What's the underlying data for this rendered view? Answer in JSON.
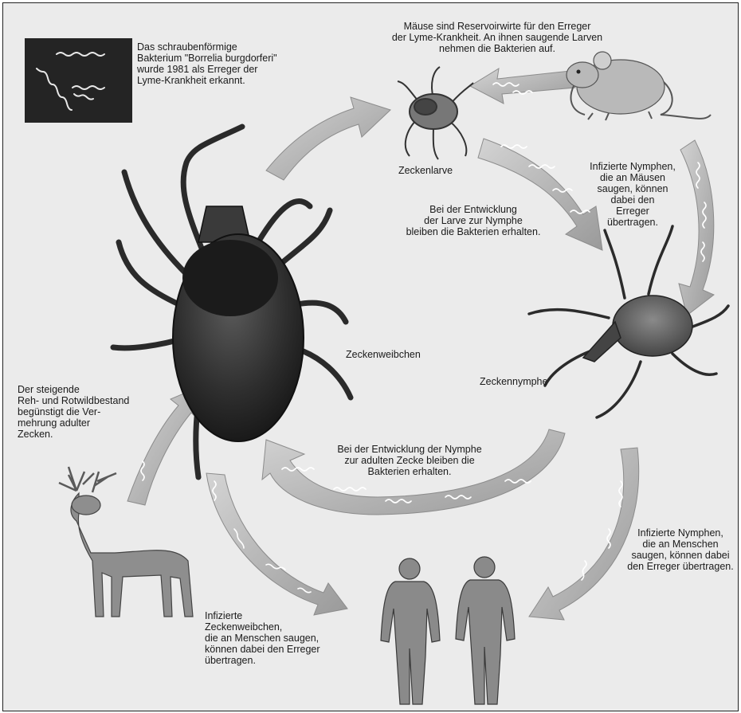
{
  "colors": {
    "background": "#ebebeb",
    "arrow": "#b4b4b4",
    "tick": "#252525",
    "text": "#1a1a1a"
  },
  "inset": {
    "icon": "borrelia-bacterium-icon",
    "caption": "Das schraubenförmige\nBakterium \"Borrelia burgdorferi\"\nwurde 1981 als Erreger der\nLyme-Krankheit erkannt."
  },
  "labels": {
    "mice_reservoir": "Mäuse sind Reservoirwirte für den Erreger\nder Lyme-Krankheit. An ihnen saugende Larven\nnehmen die Bakterien auf.",
    "larva": "Zeckenlarve",
    "larva_to_nymph": "Bei der Entwicklung\nder Larve zur Nymphe\nbleiben die Bakterien erhalten.",
    "nymph_mice": "Infizierte Nymphen,\ndie an Mäusen\nsaugen, können\ndabei den\nErreger\nübertragen.",
    "female": "Zeckenweibchen",
    "nymph": "Zeckennymphe",
    "deer": "Der steigende\nReh- und Rotwildbestand\nbegünstigt die Ver-\nmehrung adulter\nZecken.",
    "nymph_to_adult": "Bei der Entwicklung der Nymphe\nzur adulten Zecke bleiben die\nBakterien erhalten.",
    "nymph_humans": "Infizierte Nymphen,\ndie an Menschen\nsaugen, können dabei\nden Erreger übertragen.",
    "female_humans": "Infizierte\nZeckenweibchen,\ndie an Menschen saugen,\nkönnen dabei den Erreger\nübertragen."
  },
  "icons": [
    "mouse-icon",
    "tick-larva-icon",
    "tick-female-icon",
    "tick-nymph-icon",
    "deer-icon",
    "human-icon"
  ]
}
